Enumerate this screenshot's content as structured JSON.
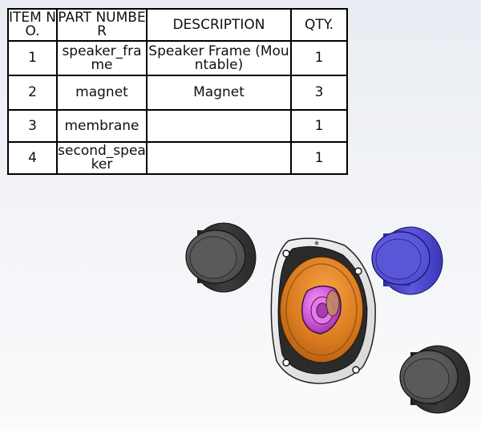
{
  "bom": {
    "headers": [
      "ITEM NO.",
      "PART NUMBER",
      "DESCRIPTION",
      "QTY."
    ],
    "rows": [
      {
        "item": "1",
        "part": "speaker_frame",
        "description": "Speaker Frame (Mountable)",
        "qty": "1"
      },
      {
        "item": "2",
        "part": "magnet",
        "description": "Magnet",
        "qty": "3"
      },
      {
        "item": "3",
        "part": "membrane",
        "description": "",
        "qty": "1"
      },
      {
        "item": "4",
        "part": "second_speaker",
        "description": "",
        "qty": "1"
      }
    ]
  },
  "model": {
    "parts": [
      {
        "name": "magnet",
        "color": "#3a3a3a"
      },
      {
        "name": "speaker_frame",
        "color": "#cc6f1a"
      },
      {
        "name": "magnet-blue",
        "color": "#4a46c8"
      },
      {
        "name": "membrane",
        "color": "#cc52d6"
      },
      {
        "name": "second_speaker",
        "color": "#3a3a3a"
      }
    ]
  }
}
